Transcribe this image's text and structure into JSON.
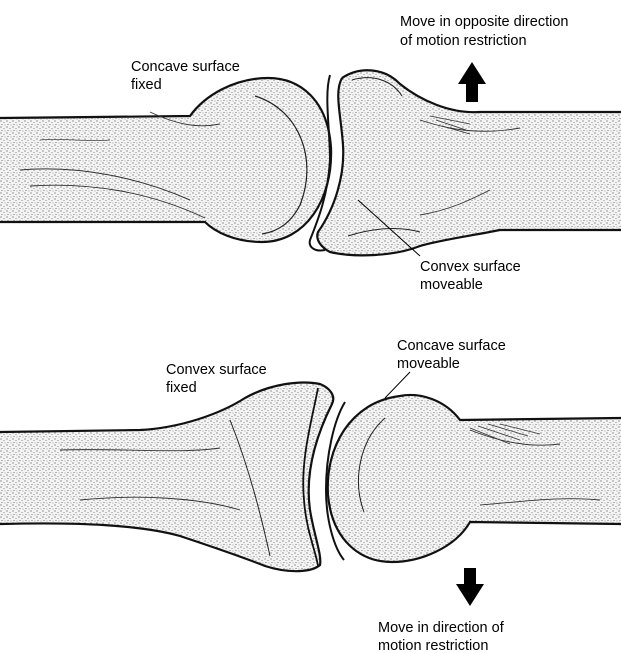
{
  "figure": {
    "top_panel": {
      "fixed_label": [
        "Concave surface",
        "fixed"
      ],
      "moveable_label": [
        "Convex surface",
        "moveable"
      ],
      "instruction": [
        "Move in opposite direction",
        "of motion restriction"
      ],
      "arrow_direction": "up"
    },
    "bottom_panel": {
      "fixed_label": [
        "Convex surface",
        "fixed"
      ],
      "moveable_label": [
        "Concave surface",
        "moveable"
      ],
      "instruction": [
        "Move in direction of",
        "motion restriction"
      ],
      "arrow_direction": "down"
    }
  }
}
